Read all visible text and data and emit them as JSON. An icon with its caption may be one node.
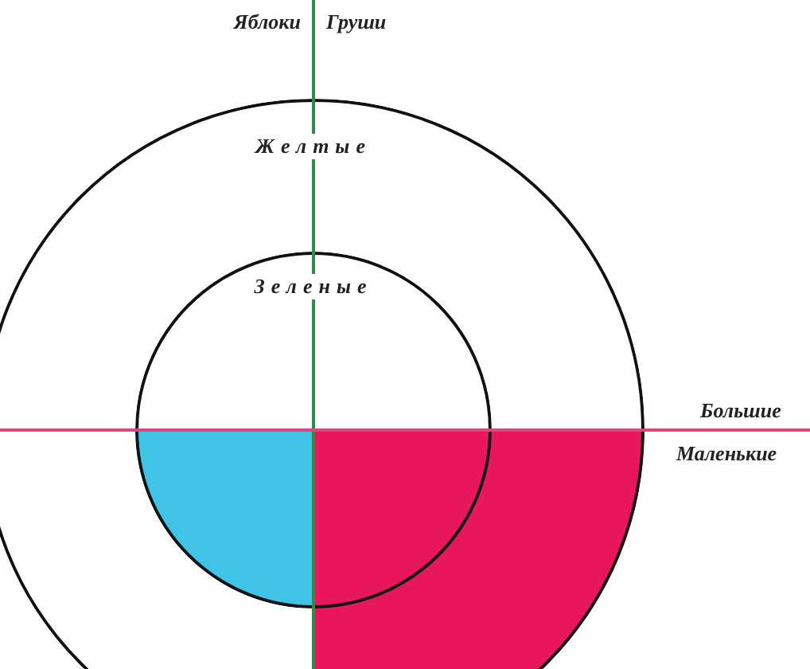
{
  "diagram": {
    "nodes": [
      {
        "text": [
          "Желтые"
        ]
      },
      {
        "text": [
          "Зеленые"
        ],
        "in": 0
      },
      {
        "text": [],
        "shape": "sector",
        "in": 1
      },
      {
        "text": [],
        "shape": "sector",
        "in": 0
      }
    ],
    "labels": [
      "Яблоки",
      "Груши",
      "Большие",
      "Маленькие"
    ]
  }
}
